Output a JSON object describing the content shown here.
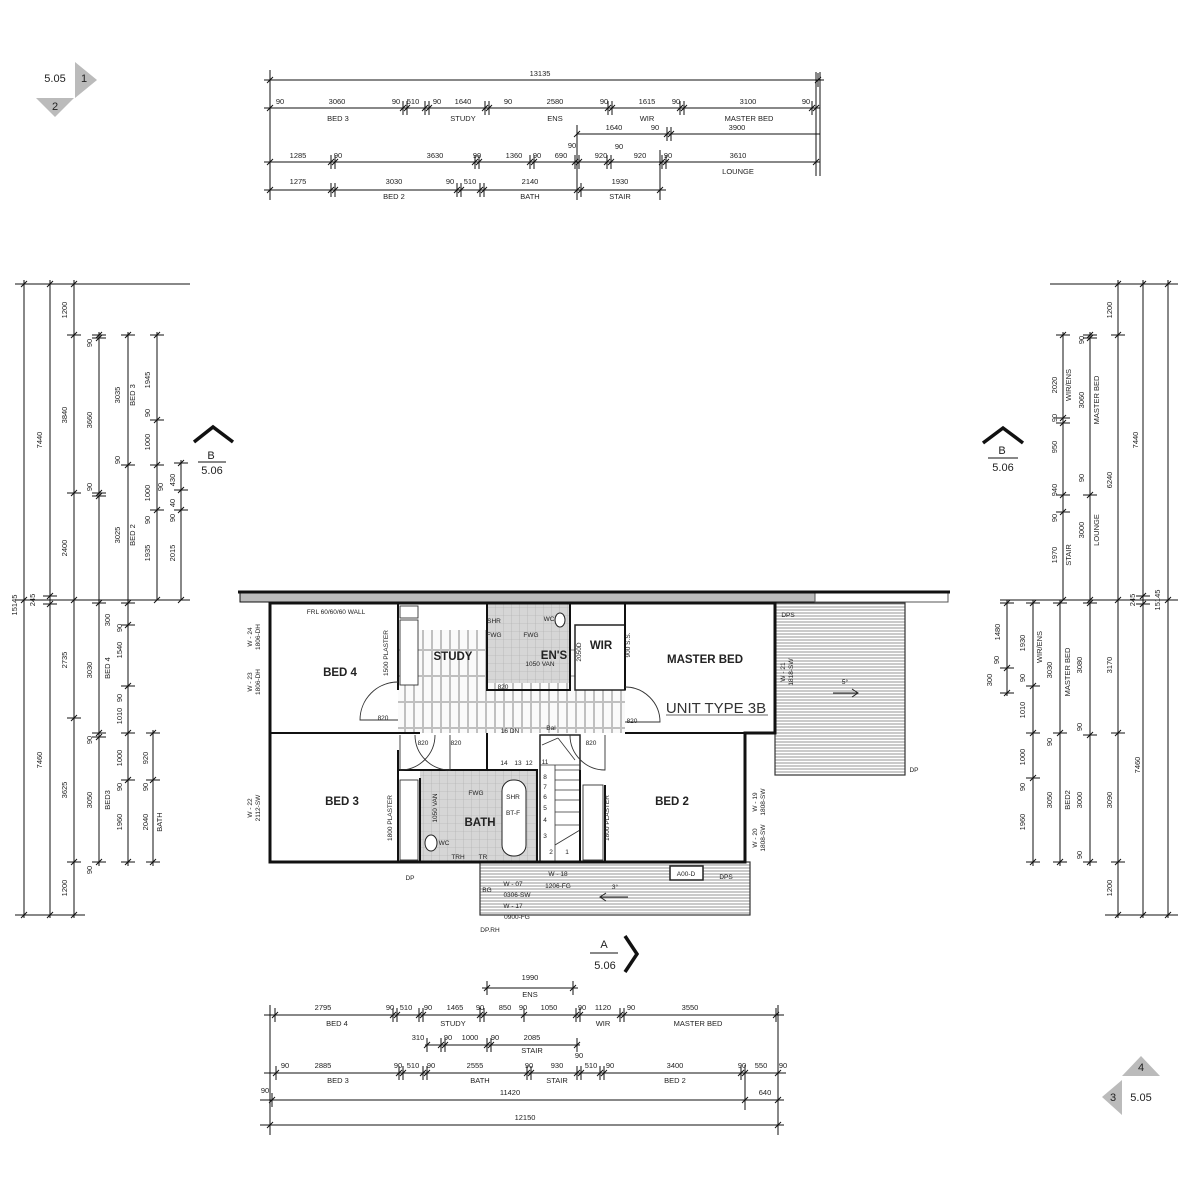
{
  "corner_markers": {
    "top_left": {
      "sheet": "5.05",
      "view_right": "1",
      "view_down": "2"
    },
    "bottom_right": {
      "sheet": "5.05",
      "view_up": "4",
      "view_left": "3"
    }
  },
  "section_markers": {
    "left": {
      "letter": "B",
      "sheet": "5.06"
    },
    "right": {
      "letter": "B",
      "sheet": "5.06"
    },
    "bottom": {
      "letter": "A",
      "sheet": "5.06"
    }
  },
  "top_dimensions": {
    "overall": "13135",
    "row1": [
      "90",
      "3060",
      "90",
      "510",
      "90",
      "1640",
      "90",
      "2580",
      "90",
      "1615",
      "90",
      "3100",
      "90"
    ],
    "row1_rooms": [
      "BED 3",
      "STUDY",
      "ENS",
      "WIR",
      "MASTER BED"
    ],
    "row2": [
      "1640",
      "90",
      "3900"
    ],
    "row3": [
      "1285",
      "90",
      "3630",
      "90",
      "1360",
      "90",
      "690",
      "90",
      "920",
      "90",
      "920",
      "90",
      "3610"
    ],
    "row3_rooms": [
      "LOUNGE"
    ],
    "row4": [
      "1275",
      "3030",
      "90",
      "510",
      "2140",
      "1930"
    ],
    "row4_rooms": [
      "BED 2",
      "BATH",
      "STAIR"
    ]
  },
  "bottom_dimensions": {
    "ens": [
      "1990",
      "ENS"
    ],
    "row1": [
      "2795",
      "90",
      "510",
      "90",
      "1465",
      "90",
      "850",
      "90",
      "1050",
      "90",
      "1120",
      "90",
      "3550"
    ],
    "row1_rooms": [
      "BED 4",
      "STUDY",
      "WIR",
      "MASTER BED"
    ],
    "stair_row": [
      "310",
      "90",
      "1000",
      "90",
      "2085",
      "90"
    ],
    "stair_label": "STAIR",
    "row2": [
      "90",
      "2885",
      "90",
      "510",
      "90",
      "2555",
      "90",
      "930",
      "510",
      "90",
      "3400",
      "90",
      "550",
      "90"
    ],
    "row2_rooms": [
      "BED 3",
      "BATH",
      "STAIR",
      "BED 2"
    ],
    "row3": [
      "90",
      "11420",
      "640"
    ],
    "overall": "12150"
  },
  "left_dimensions": [
    "15145",
    "245",
    "7440",
    "7460",
    "1200",
    "3840",
    "2400",
    "2735",
    "3625",
    "1200",
    "90",
    "3660",
    "90",
    "3030",
    "90",
    "3050",
    "90",
    "3035",
    "BED 3",
    "90",
    "3025",
    "BED 2",
    "300",
    "BED 4",
    "90",
    "1540",
    "1010",
    "90",
    "1000",
    "90",
    "1960",
    "BED3",
    "1945",
    "90",
    "1000",
    "1000",
    "90",
    "90",
    "1935",
    "430",
    "40",
    "90",
    "2015",
    "920",
    "90",
    "2040",
    "BATH"
  ],
  "right_dimensions": [
    "1200",
    "90",
    "2020",
    "WIR/ENS",
    "3060",
    "MASTER BED",
    "90",
    "950",
    "90",
    "6240",
    "7440",
    "940",
    "90",
    "1970",
    "STAIR",
    "3000",
    "LOUNGE",
    "245",
    "15145",
    "1480",
    "90",
    "300",
    "1930",
    "WIR/ENS",
    "90",
    "3030",
    "MASTER BED",
    "3080",
    "3170",
    "1010",
    "90",
    "90",
    "1000",
    "90",
    "7460",
    "3050",
    "BED2",
    "3000",
    "3090",
    "1960",
    "90",
    "1200"
  ],
  "plan": {
    "rooms": [
      "BED 4",
      "STUDY",
      "EN'S",
      "WIR",
      "MASTER BED",
      "BED 3",
      "BATH",
      "BED 2"
    ],
    "unit_type": "UNIT TYPE 3B",
    "notes": [
      "FRL 60/60/60 WALL",
      "1500 PLASTER",
      "2050D",
      "900 S.S.",
      "SHR",
      "FWG",
      "FWG",
      "WC",
      "1050 VAN",
      "820",
      "820",
      "820",
      "820",
      "820",
      "820",
      "16 DN",
      "Bal",
      "14",
      "13",
      "12",
      "11",
      "8",
      "7",
      "6",
      "5",
      "4",
      "3",
      "2",
      "1",
      "W - 24",
      "1806-DH",
      "W - 23",
      "1806-DH",
      "W - 22",
      "2112-SW",
      "1800 PLASTER",
      "1050 VAN",
      "FWG",
      "SHR",
      "BT-F",
      "WC",
      "TRH",
      "TR",
      "1800 PLASTER",
      "W - 19",
      "1808-SW",
      "W - 20",
      "1808-SW",
      "W - 21",
      "1818-SW",
      "DPS",
      "5°",
      "DP",
      "DP",
      "W - 18",
      "1206-FG",
      "W - 07",
      "0306-SW",
      "W - 17",
      "0900-FG",
      "BG",
      "3°",
      "A00-D",
      "DPS",
      "DP.RH"
    ]
  }
}
